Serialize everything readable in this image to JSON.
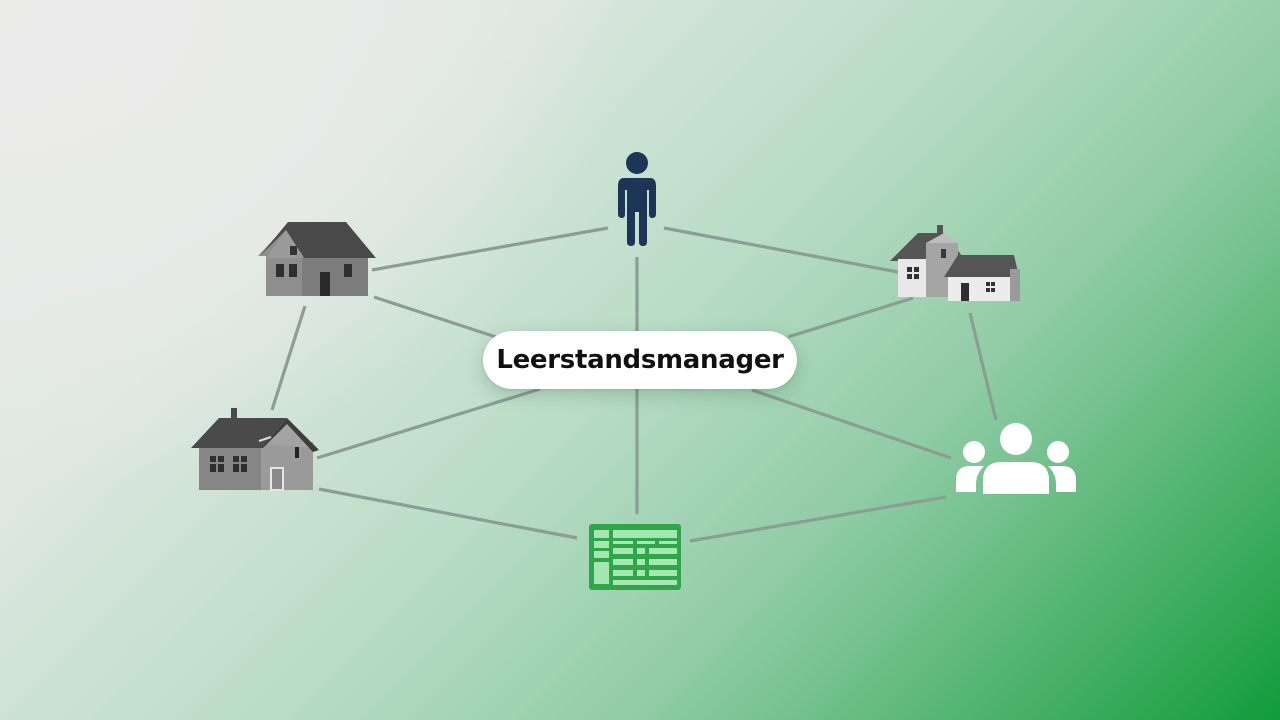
{
  "diagram": {
    "hub": {
      "label": "Leerstandsmanager",
      "icon": "none"
    },
    "nodes": [
      {
        "id": "person",
        "icon": "person-icon",
        "color": "#1d3557"
      },
      {
        "id": "house-top-left",
        "icon": "house-icon",
        "color": "#6e6e6e"
      },
      {
        "id": "houses-top-right",
        "icon": "two-houses-icon",
        "color": "#5a5a5a"
      },
      {
        "id": "house-bottom-left",
        "icon": "house-with-chimney-icon",
        "color": "#6e6e6e"
      },
      {
        "id": "group",
        "icon": "user-group-icon",
        "color": "#ffffff"
      },
      {
        "id": "spreadsheet",
        "icon": "spreadsheet-icon",
        "color": "#2fa64a"
      }
    ],
    "edges": [
      [
        "person",
        "house-top-left"
      ],
      [
        "person",
        "houses-top-right"
      ],
      [
        "person",
        "hub"
      ],
      [
        "house-top-left",
        "hub"
      ],
      [
        "house-top-left",
        "house-bottom-left"
      ],
      [
        "houses-top-right",
        "hub"
      ],
      [
        "houses-top-right",
        "group"
      ],
      [
        "house-bottom-left",
        "hub"
      ],
      [
        "house-bottom-left",
        "spreadsheet"
      ],
      [
        "hub",
        "spreadsheet"
      ],
      [
        "hub",
        "group"
      ],
      [
        "spreadsheet",
        "group"
      ]
    ],
    "colors": {
      "line": "#8a9e92",
      "background_start": "#ebebea",
      "background_end": "#109c3c",
      "hub_fill": "#ffffff",
      "hub_text": "#111111"
    }
  }
}
